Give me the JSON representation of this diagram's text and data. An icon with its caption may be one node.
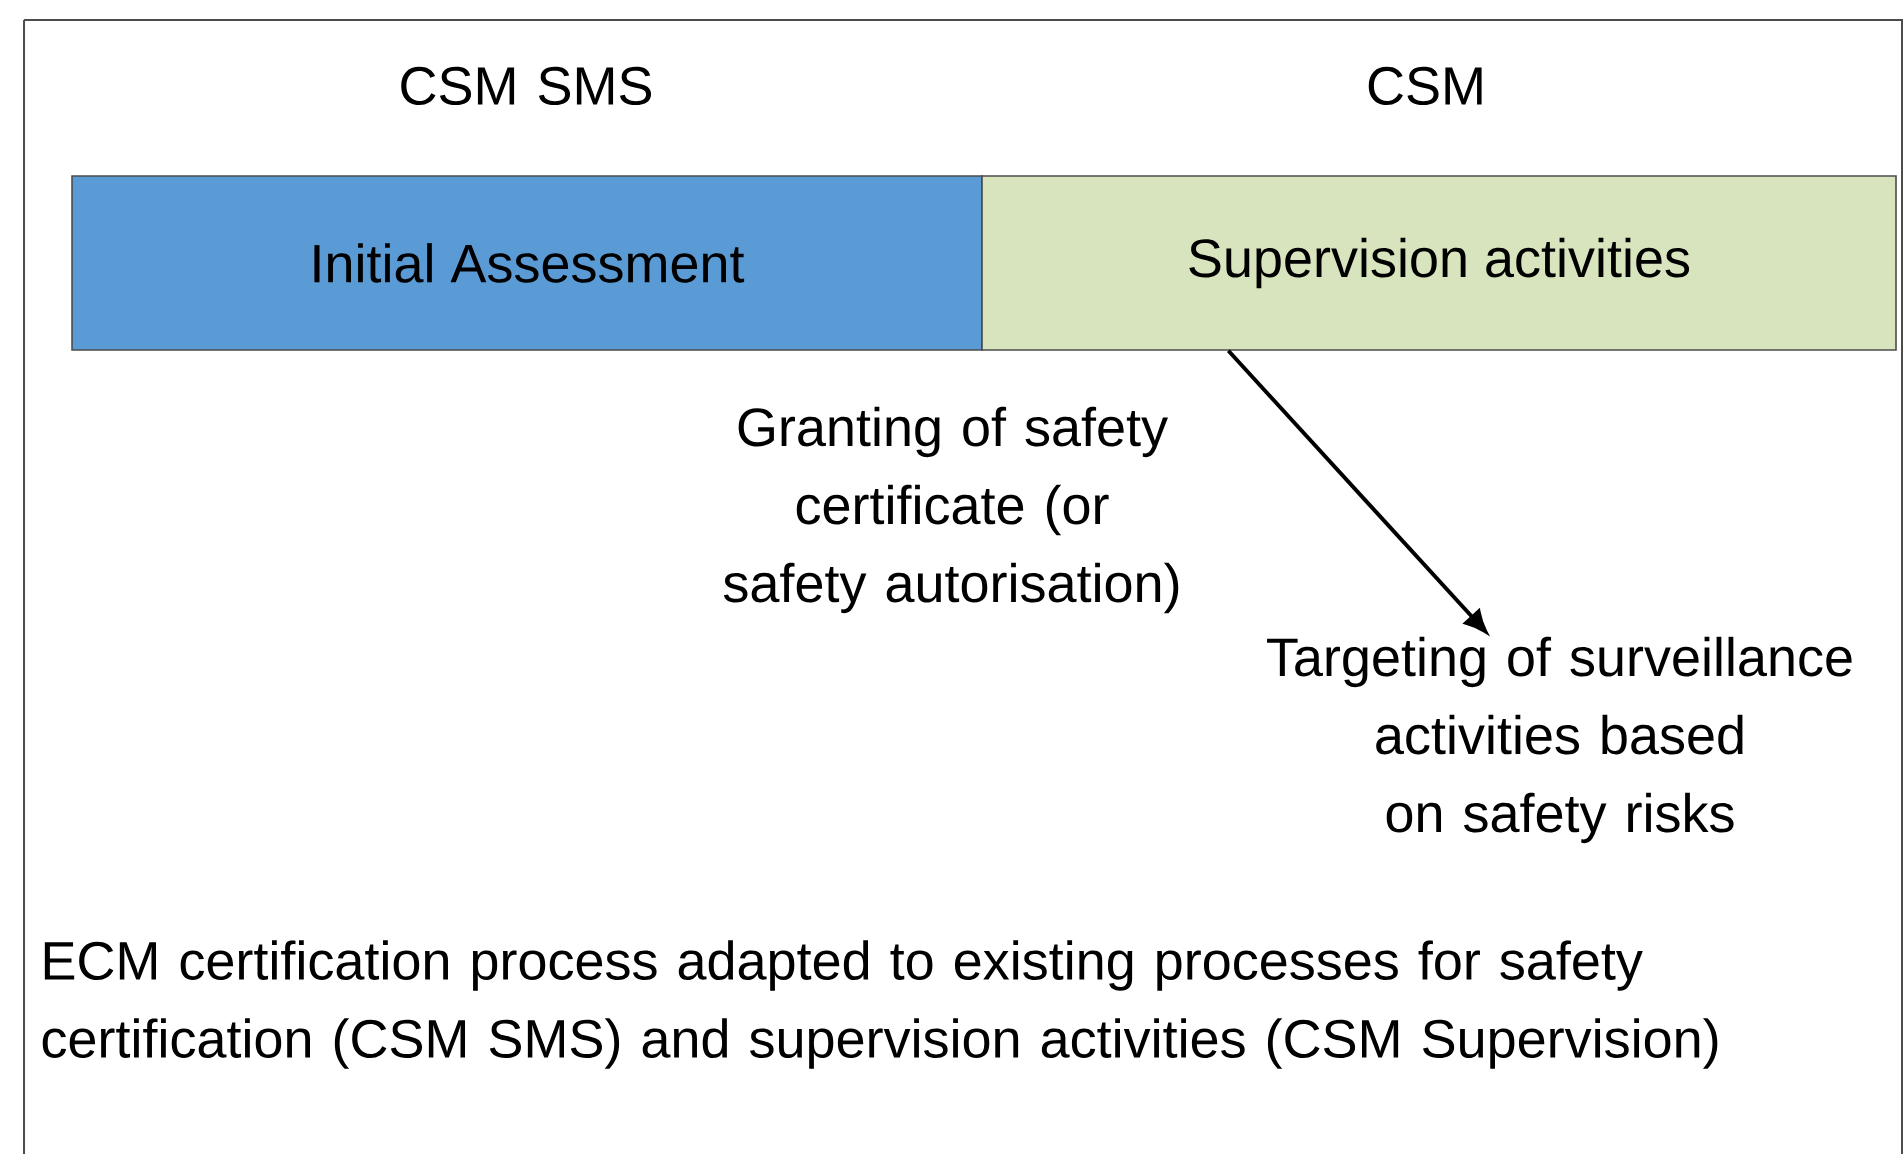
{
  "diagram": {
    "caption": "ECM certification process adapted to existing processes for safety certification (CSM SMS) and supervision activities (CSM Supervision)",
    "nodes": [
      {
        "text": [
          "Initial Assessment"
        ]
      },
      {
        "text": [
          "Supervision activities"
        ]
      },
      {
        "text": [
          "Targeting of surveillance activities based on safety risks"
        ]
      }
    ],
    "edges": [
      {
        "from": 1,
        "to": 2,
        "arrow": "to"
      }
    ],
    "labels": [
      "CSM SMS",
      "CSM",
      "Granting of safety certificate (or safety autorisation)"
    ]
  }
}
